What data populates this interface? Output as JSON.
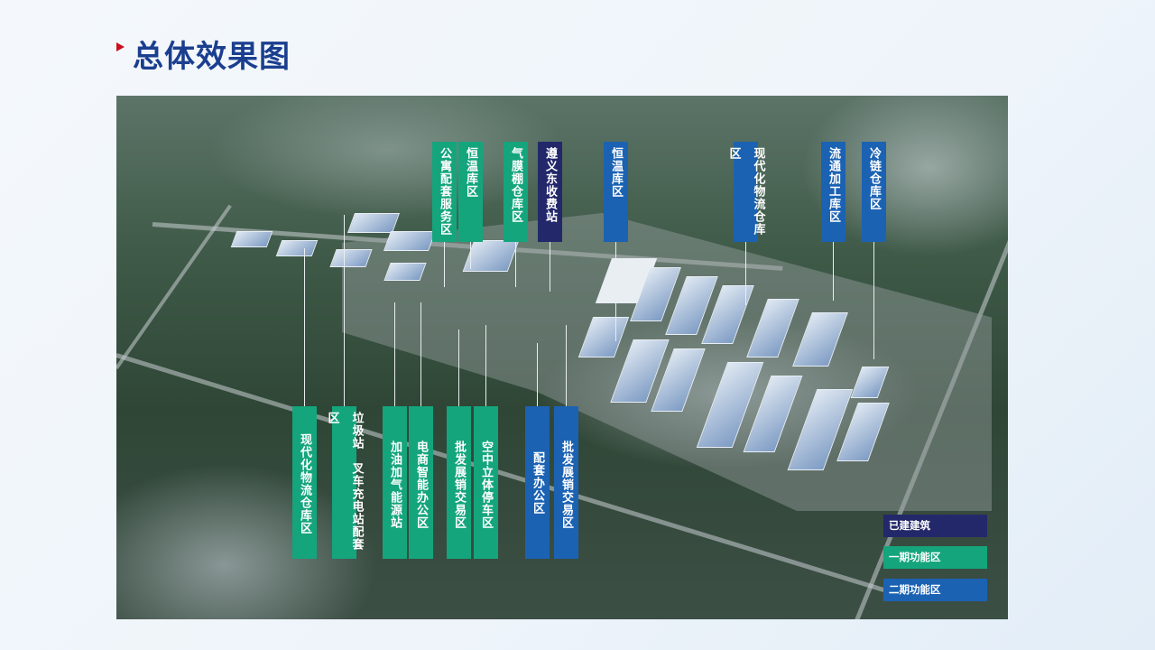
{
  "title": "总体效果图",
  "colors": {
    "built": "#23286a",
    "phase1": "#14a57d",
    "phase2": "#1b62b3",
    "title": "#1b3f8f",
    "marker": "#c8101e"
  },
  "top_labels": [
    {
      "text": "公寓配套服务区",
      "phase": "phase1"
    },
    {
      "text": "恒温库区",
      "phase": "phase1"
    },
    {
      "text": "气膜棚仓库区",
      "phase": "phase1"
    },
    {
      "text": "遵义东收费站",
      "phase": "built"
    },
    {
      "text": "恒温库区",
      "phase": "phase2"
    },
    {
      "text": "现代化物流仓库区",
      "phase": "phase2"
    },
    {
      "text": "流通加工库区",
      "phase": "phase2"
    },
    {
      "text": "冷链仓库区",
      "phase": "phase2"
    }
  ],
  "bottom_labels": [
    {
      "text": "现代化物流仓库区",
      "phase": "phase1"
    },
    {
      "text": "垃圾站　叉车充电站配套区",
      "phase": "phase1"
    },
    {
      "text": "加油加气能源站",
      "phase": "phase1"
    },
    {
      "text": "电商智能办公区",
      "phase": "phase1"
    },
    {
      "text": "批发展销交易区",
      "phase": "phase1"
    },
    {
      "text": "空中立体停车区",
      "phase": "phase1"
    },
    {
      "text": "配套办公区",
      "phase": "phase2"
    },
    {
      "text": "批发展销交易区",
      "phase": "phase2"
    }
  ],
  "legend": [
    {
      "text": "已建建筑"
    },
    {
      "text": "一期功能区"
    },
    {
      "text": "二期功能区"
    }
  ]
}
